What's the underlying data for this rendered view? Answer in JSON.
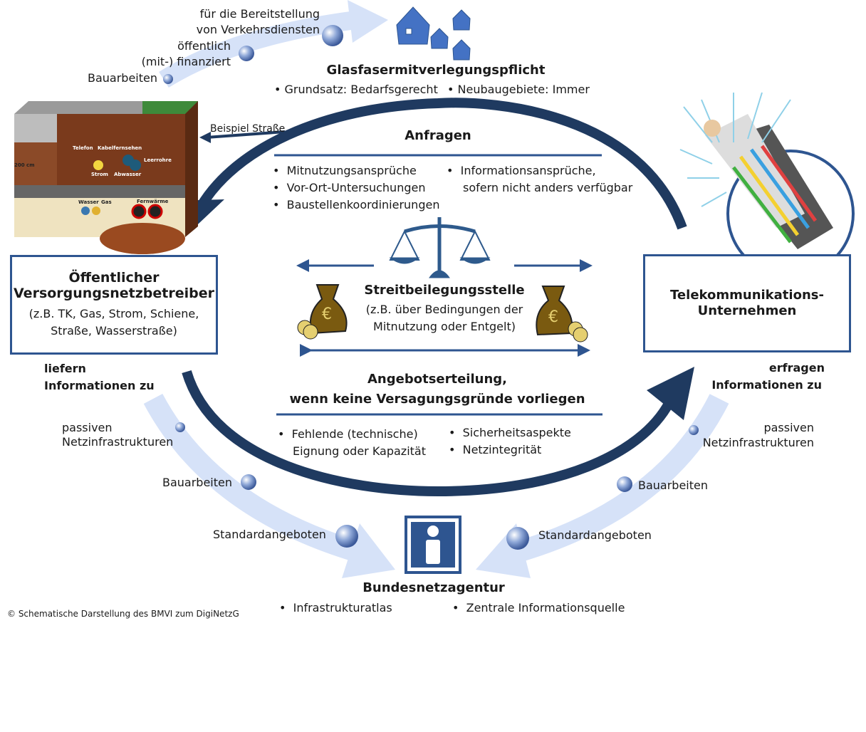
{
  "colors": {
    "navy": "#1f3a60",
    "box_border": "#2e5590",
    "light_arrow": "#d6e2f8",
    "icon_blue": "#4472c4"
  },
  "top": {
    "flow": [
      "für die Bereitstellung",
      "von Verkehrsdiensten",
      "öffentlich",
      "(mit-) finanziert",
      "Bauarbeiten"
    ],
    "title": "Glasfasermitverlegungspflicht",
    "bullets": [
      "Grundsatz: Bedarfsgerecht",
      "Neubaugebiete: Immer"
    ],
    "icon": "houses-icon"
  },
  "street": {
    "label": "Beispiel  Straße",
    "labels": [
      "Telefon",
      "Kabelfernsehen",
      "Leerrohre",
      "Strom",
      "Abwasser",
      "Wasser",
      "Gas",
      "Fernwärme",
      "200 cm"
    ]
  },
  "requests": {
    "title": "Anfragen",
    "left": [
      "Mitnutzungsansprüche",
      "Vor-Ort-Untersuchungen",
      "Baustellenkoordinierungen"
    ],
    "right": [
      "Informationsansprüche,",
      "sofern nicht anders verfügbar"
    ]
  },
  "left_box": {
    "title1": "Öffentlicher",
    "title2": "Versorgungsnetzbetreiber",
    "sub1": "(z.B. TK, Gas, Strom, Schiene,",
    "sub2": "Straße, Wasserstraße)"
  },
  "right_box": {
    "title1": "Telekommunikations-",
    "title2": "Unternehmen"
  },
  "dispute": {
    "title": "Streitbeilegungsstelle",
    "sub1": "(z.B. über Bedingungen der",
    "sub2": "Mitnutzung oder Entgelt)",
    "currency": "€"
  },
  "offer": {
    "title1": "Angebotserteilung,",
    "title2": "wenn keine Versagungsgründe vorliegen",
    "left1": "Fehlende (technische)",
    "left2": "Eignung oder Kapazität",
    "right": [
      "Sicherheitsaspekte",
      "Netzintegrität"
    ]
  },
  "left_flow": {
    "head1": "liefern",
    "head2": "Informationen zu",
    "items": [
      "passiven",
      "Netzinfrastrukturen",
      "Bauarbeiten",
      "Standardangeboten"
    ]
  },
  "right_flow": {
    "head1": "erfragen",
    "head2": "Informationen zu",
    "items": [
      "passiven",
      "Netzinfrastrukturen",
      "Bauarbeiten",
      "Standardangeboten"
    ]
  },
  "agency": {
    "title": "Bundesnetzagentur",
    "bullets": [
      "Infrastrukturatlas",
      "Zentrale Informationsquelle"
    ],
    "icon": "info-icon"
  },
  "copyright": "© Schematische Darstellung des BMVI zum DigiNetzG"
}
